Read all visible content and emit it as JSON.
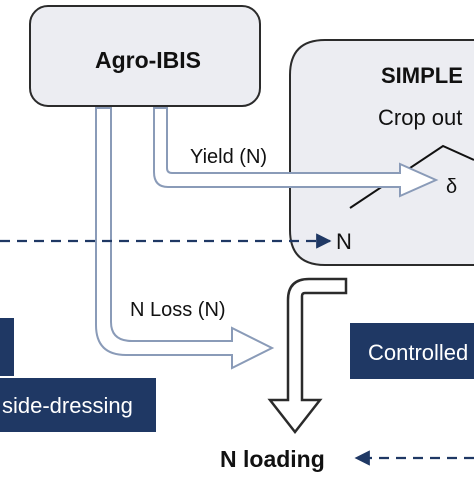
{
  "nodes": {
    "agro_ibis": "Agro-IBIS",
    "simple": "SIMPLE",
    "crop_output": "Crop out",
    "delta": "δ",
    "n_in_simple": "N",
    "controlled": "Controlled",
    "side_dressing": "side-dressing",
    "n_loading": "N loading"
  },
  "edges": {
    "yield": "Yield (N)",
    "n_loss": "N Loss (N)"
  },
  "colors": {
    "box_fill": "#ecedf2",
    "box_stroke": "#2b2b2b",
    "navy": "#1f3864",
    "dashed_arrow": "#1f3864",
    "hollow_arrow_stroke": "#8a9bb8"
  }
}
